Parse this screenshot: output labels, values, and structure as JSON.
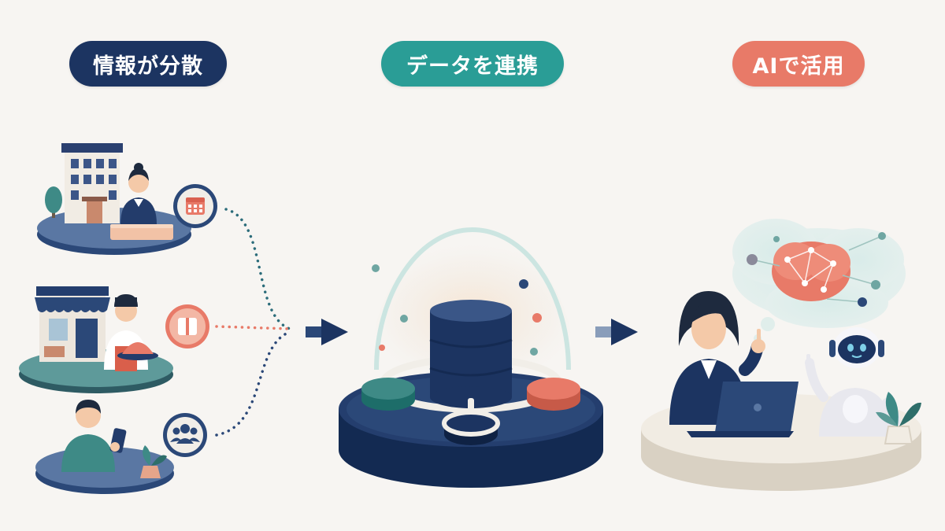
{
  "headers": {
    "scattered": "情報が分散",
    "connect": "データを連携",
    "ai_use": "AIで活用"
  },
  "colors": {
    "navy": "#1c3461",
    "teal": "#2a9d96",
    "coral": "#e87a68",
    "background": "#f7f5f2"
  },
  "icons": {
    "sources": [
      "calendar-icon",
      "package-icon",
      "group-icon"
    ],
    "center": "database-icon",
    "result": [
      "brain-network-icon",
      "robot-icon",
      "laptop-icon"
    ]
  }
}
